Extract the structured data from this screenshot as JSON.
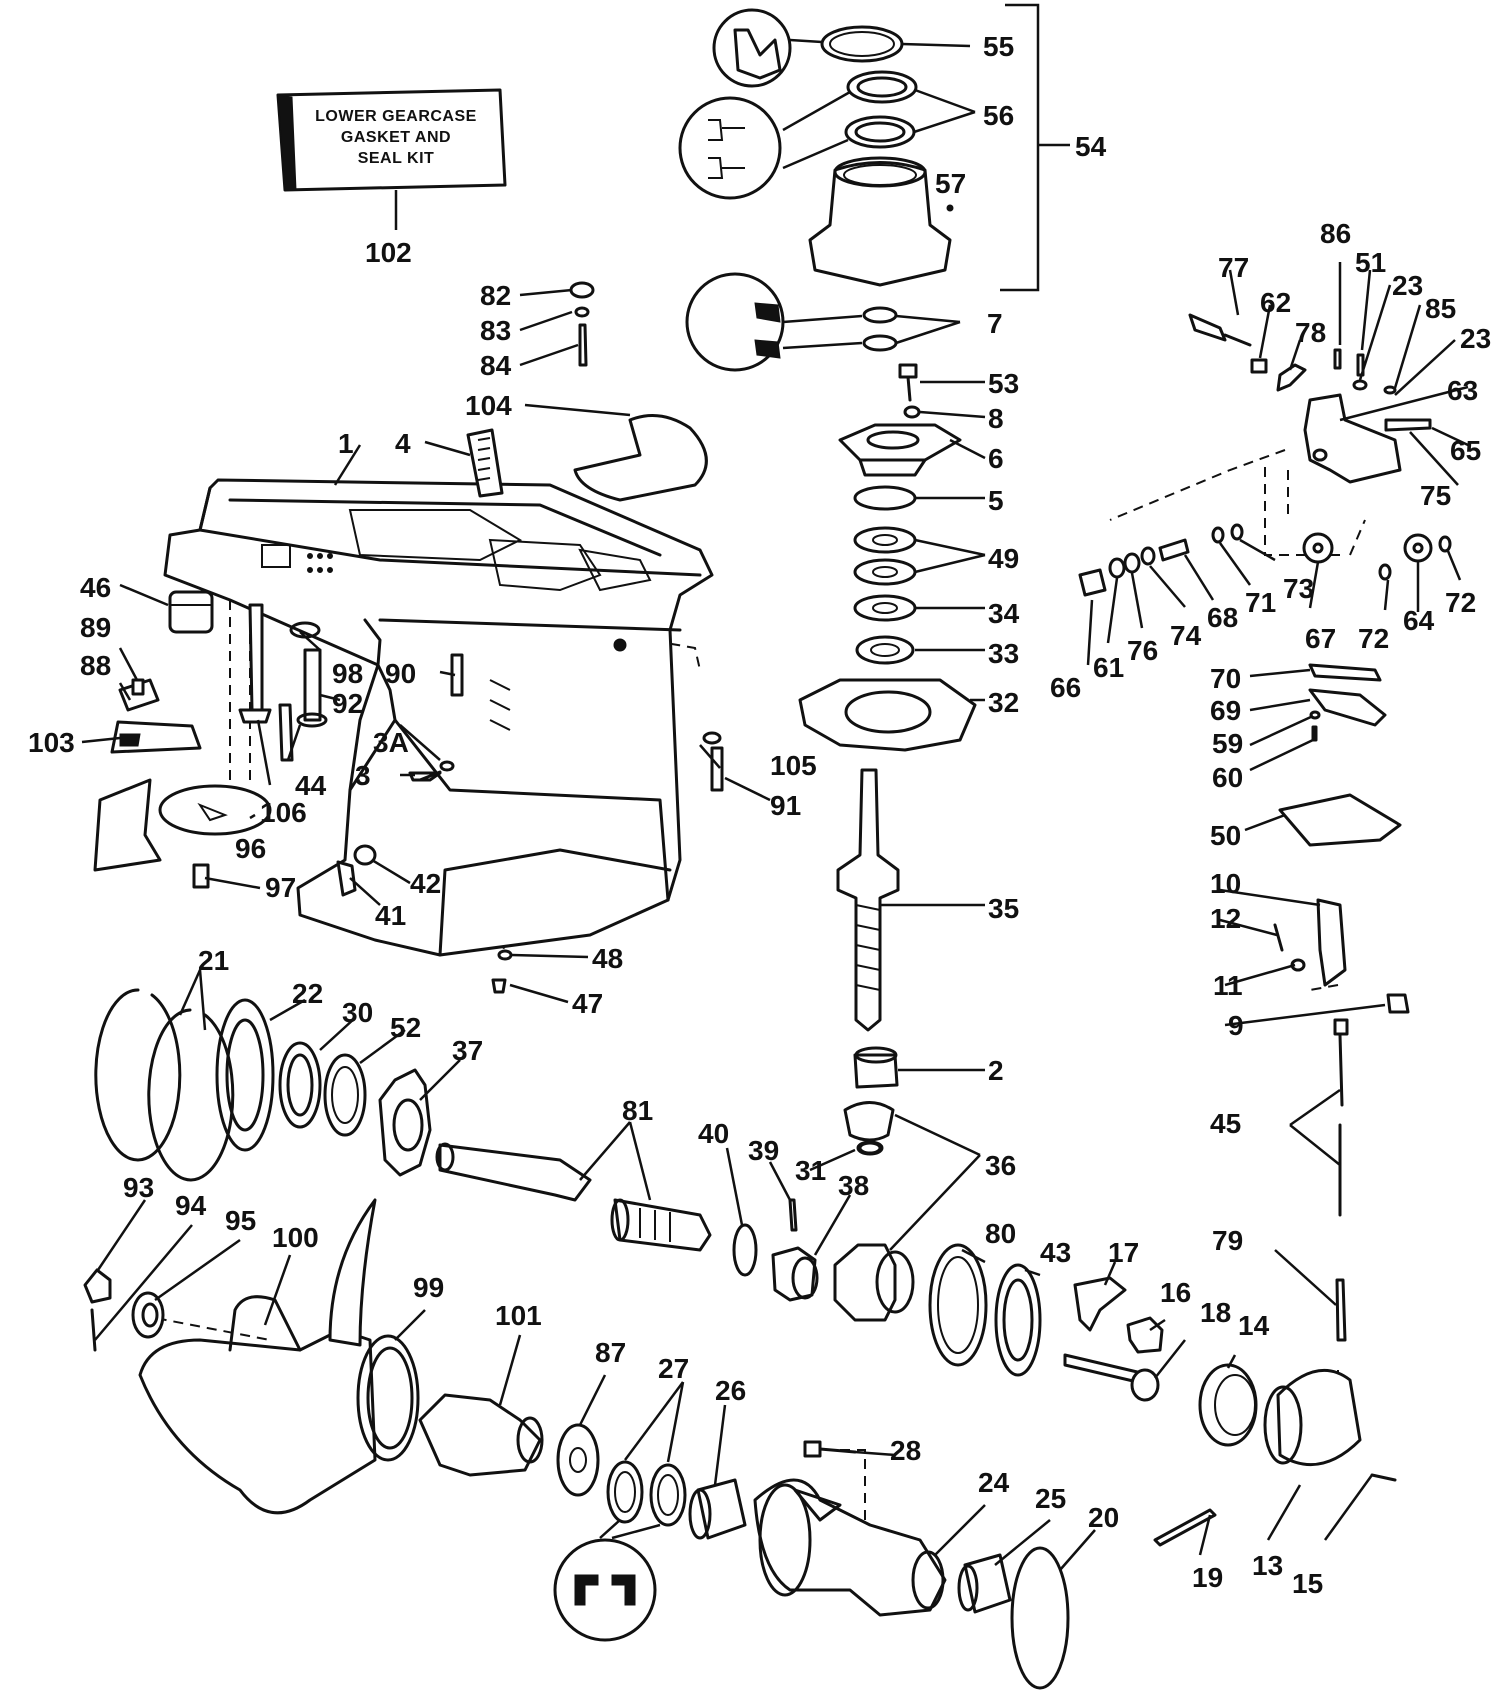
{
  "kit": {
    "line1": "LOWER GEARCASE",
    "line2": "GASKET AND",
    "line3": "SEAL KIT"
  },
  "callouts": [
    {
      "id": "c102",
      "label": "102"
    },
    {
      "id": "c82",
      "label": "82"
    },
    {
      "id": "c83",
      "label": "83"
    },
    {
      "id": "c84",
      "label": "84"
    },
    {
      "id": "c104",
      "label": "104"
    },
    {
      "id": "c1",
      "label": "1"
    },
    {
      "id": "c4",
      "label": "4"
    },
    {
      "id": "c46",
      "label": "46"
    },
    {
      "id": "c89",
      "label": "89"
    },
    {
      "id": "c88",
      "label": "88"
    },
    {
      "id": "c103",
      "label": "103"
    },
    {
      "id": "c98",
      "label": "98"
    },
    {
      "id": "c90",
      "label": "90"
    },
    {
      "id": "c92",
      "label": "92"
    },
    {
      "id": "c3A",
      "label": "3A"
    },
    {
      "id": "c3",
      "label": "3"
    },
    {
      "id": "c44",
      "label": "44"
    },
    {
      "id": "c106",
      "label": "106"
    },
    {
      "id": "c96",
      "label": "96"
    },
    {
      "id": "c97",
      "label": "97"
    },
    {
      "id": "c42",
      "label": "42"
    },
    {
      "id": "c41",
      "label": "41"
    },
    {
      "id": "c105",
      "label": "105"
    },
    {
      "id": "c91",
      "label": "91"
    },
    {
      "id": "c48",
      "label": "48"
    },
    {
      "id": "c47",
      "label": "47"
    },
    {
      "id": "c55",
      "label": "55"
    },
    {
      "id": "c56",
      "label": "56"
    },
    {
      "id": "c54",
      "label": "54"
    },
    {
      "id": "c57",
      "label": "57"
    },
    {
      "id": "c7",
      "label": "7"
    },
    {
      "id": "c53",
      "label": "53"
    },
    {
      "id": "c8",
      "label": "8"
    },
    {
      "id": "c6",
      "label": "6"
    },
    {
      "id": "c5",
      "label": "5"
    },
    {
      "id": "c49",
      "label": "49"
    },
    {
      "id": "c34",
      "label": "34"
    },
    {
      "id": "c33",
      "label": "33"
    },
    {
      "id": "c32",
      "label": "32"
    },
    {
      "id": "c35",
      "label": "35"
    },
    {
      "id": "c2",
      "label": "2"
    },
    {
      "id": "c36",
      "label": "36"
    },
    {
      "id": "c77",
      "label": "77"
    },
    {
      "id": "c62",
      "label": "62"
    },
    {
      "id": "c78",
      "label": "78"
    },
    {
      "id": "c86",
      "label": "86"
    },
    {
      "id": "c51",
      "label": "51"
    },
    {
      "id": "c23a",
      "label": "23"
    },
    {
      "id": "c85",
      "label": "85"
    },
    {
      "id": "c23b",
      "label": "23"
    },
    {
      "id": "c63",
      "label": "63"
    },
    {
      "id": "c65",
      "label": "65"
    },
    {
      "id": "c75",
      "label": "75"
    },
    {
      "id": "c66",
      "label": "66"
    },
    {
      "id": "c61",
      "label": "61"
    },
    {
      "id": "c76",
      "label": "76"
    },
    {
      "id": "c74",
      "label": "74"
    },
    {
      "id": "c68",
      "label": "68"
    },
    {
      "id": "c71",
      "label": "71"
    },
    {
      "id": "c73",
      "label": "73"
    },
    {
      "id": "c67",
      "label": "67"
    },
    {
      "id": "c72a",
      "label": "72"
    },
    {
      "id": "c64",
      "label": "64"
    },
    {
      "id": "c72b",
      "label": "72"
    },
    {
      "id": "c70",
      "label": "70"
    },
    {
      "id": "c69",
      "label": "69"
    },
    {
      "id": "c59",
      "label": "59"
    },
    {
      "id": "c60",
      "label": "60"
    },
    {
      "id": "c50",
      "label": "50"
    },
    {
      "id": "c10",
      "label": "10"
    },
    {
      "id": "c12",
      "label": "12"
    },
    {
      "id": "c11",
      "label": "11"
    },
    {
      "id": "c9",
      "label": "9"
    },
    {
      "id": "c45",
      "label": "45"
    },
    {
      "id": "c79",
      "label": "79"
    },
    {
      "id": "c21",
      "label": "21"
    },
    {
      "id": "c22",
      "label": "22"
    },
    {
      "id": "c30",
      "label": "30"
    },
    {
      "id": "c52",
      "label": "52"
    },
    {
      "id": "c37",
      "label": "37"
    },
    {
      "id": "c81",
      "label": "81"
    },
    {
      "id": "c40",
      "label": "40"
    },
    {
      "id": "c39",
      "label": "39"
    },
    {
      "id": "c31",
      "label": "31"
    },
    {
      "id": "c38",
      "label": "38"
    },
    {
      "id": "c80",
      "label": "80"
    },
    {
      "id": "c43",
      "label": "43"
    },
    {
      "id": "c17",
      "label": "17"
    },
    {
      "id": "c16",
      "label": "16"
    },
    {
      "id": "c18",
      "label": "18"
    },
    {
      "id": "c14",
      "label": "14"
    },
    {
      "id": "c93",
      "label": "93"
    },
    {
      "id": "c94",
      "label": "94"
    },
    {
      "id": "c95",
      "label": "95"
    },
    {
      "id": "c100",
      "label": "100"
    },
    {
      "id": "c99",
      "label": "99"
    },
    {
      "id": "c101",
      "label": "101"
    },
    {
      "id": "c87",
      "label": "87"
    },
    {
      "id": "c27",
      "label": "27"
    },
    {
      "id": "c26",
      "label": "26"
    },
    {
      "id": "c28",
      "label": "28"
    },
    {
      "id": "c24",
      "label": "24"
    },
    {
      "id": "c25",
      "label": "25"
    },
    {
      "id": "c20",
      "label": "20"
    },
    {
      "id": "c19",
      "label": "19"
    },
    {
      "id": "c13",
      "label": "13"
    },
    {
      "id": "c15",
      "label": "15"
    }
  ]
}
